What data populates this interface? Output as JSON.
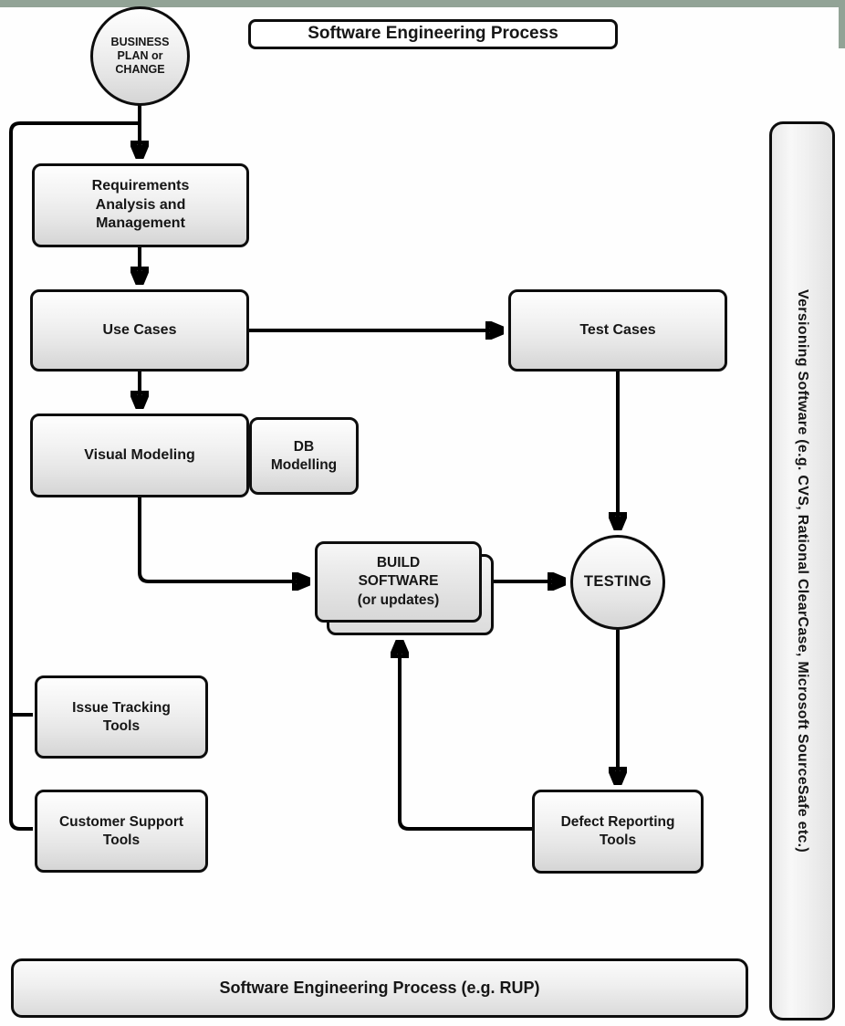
{
  "diagram": {
    "title": "Software Engineering Process",
    "nodes": {
      "business_plan": {
        "label": "BUSINESS\nPLAN or\nCHANGE",
        "shape": "circle"
      },
      "requirements": {
        "label": "Requirements\nAnalysis and\nManagement",
        "shape": "rounded-box"
      },
      "use_cases": {
        "label": "Use Cases",
        "shape": "rounded-box"
      },
      "test_cases": {
        "label": "Test Cases",
        "shape": "rounded-box"
      },
      "visual_modeling": {
        "label": "Visual Modeling",
        "shape": "rounded-box"
      },
      "db_modelling": {
        "label": "DB\nModelling",
        "shape": "rounded-box"
      },
      "build_software": {
        "label": "BUILD\nSOFTWARE\n(or updates)",
        "shape": "stacked-box"
      },
      "testing": {
        "label": "TESTING",
        "shape": "circle"
      },
      "issue_tracking": {
        "label": "Issue Tracking\nTools",
        "shape": "rounded-box"
      },
      "customer_support": {
        "label": "Customer Support\nTools",
        "shape": "rounded-box"
      },
      "defect_reporting": {
        "label": "Defect Reporting\nTools",
        "shape": "rounded-box"
      },
      "process_footer": {
        "label": "Software Engineering Process (e.g. RUP)",
        "shape": "rounded-box"
      },
      "versioning": {
        "label": "Versioning Software (e.g. CVS, Rational ClearCase, Microsoft SourceSafe etc.)",
        "shape": "vertical-bar"
      }
    },
    "edges": [
      {
        "from": "business_plan",
        "to": "requirements",
        "arrow": true
      },
      {
        "from": "requirements",
        "to": "use_cases",
        "arrow": true
      },
      {
        "from": "use_cases",
        "to": "visual_modeling",
        "arrow": true
      },
      {
        "from": "use_cases",
        "to": "test_cases",
        "arrow": true
      },
      {
        "from": "test_cases",
        "to": "testing",
        "arrow": true
      },
      {
        "from": "visual_modeling",
        "to": "build_software",
        "arrow": true
      },
      {
        "from": "build_software",
        "to": "testing",
        "arrow": true
      },
      {
        "from": "testing",
        "to": "defect_reporting",
        "arrow": true
      },
      {
        "from": "defect_reporting",
        "to": "build_software",
        "arrow": true
      },
      {
        "from": "issue_tracking",
        "to": "requirements",
        "arrow": false
      },
      {
        "from": "customer_support",
        "to": "requirements",
        "arrow": false
      }
    ],
    "colors": {
      "accent_bar": "#92a396",
      "line": "#000000",
      "node_border": "#0d0d0d",
      "node_fill_top": "#fefefe",
      "node_fill_bottom": "#d5d5d5"
    }
  }
}
